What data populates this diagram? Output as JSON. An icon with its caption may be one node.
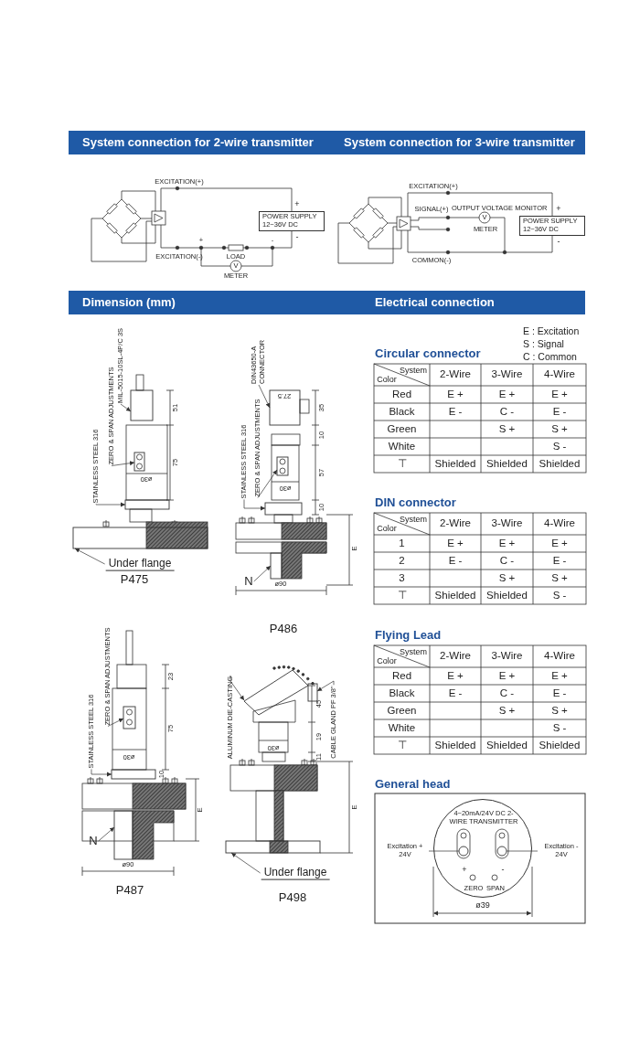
{
  "diagram": {
    "nodes": [
      {
        "text": [
          "System connection for 2-wire transmitter",
          "System connection for 3-wire transmitter"
        ]
      },
      {
        "text": [
          "POWER SUPPLY 12~36V DC"
        ],
        "beside": [
          "+",
          "-"
        ]
      },
      {
        "text": [
          "POWER SUPPLY 12~36V DC"
        ],
        "beside": [
          "+",
          "-"
        ]
      },
      {
        "text": [
          "Dimension (mm)",
          "Electrical connection"
        ]
      },
      {
        "text": [
          "MIL-5015-10SL-4P/C 3S"
        ]
      },
      {
        "text": [
          "ZERO & SPAN ADJUSTMENTS"
        ]
      },
      {
        "text": [
          "STAINLESS STEEL 316"
        ]
      },
      {
        "text": [
          "Under flange"
        ]
      },
      {
        "text": [
          "DIN43650-A CONNECTOR"
        ]
      },
      {
        "text": [
          "ZERO & SPAN ADJUSTMENTS"
        ]
      },
      {
        "text": [
          "STAINLESS STEEL 316"
        ]
      },
      {
        "text": [
          "N"
        ]
      },
      {
        "text": [
          "ZERO & SPAN ADJUSTMENTS"
        ]
      },
      {
        "text": [
          "STAINLESS STEEL 316"
        ]
      },
      {
        "text": [
          "N"
        ]
      },
      {
        "text": [
          "ALUMINUM DIE-CASTING"
        ]
      },
      {
        "text": [
          "CABLE GLAND PF 3/8\""
        ]
      },
      {
        "text": [
          "Under flange"
        ]
      },
      {
        "text": [
          "4~20mA/24V DC 2-WIRE TRANSMITTER",
          "+",
          "-",
          "ZERO",
          "SPAN"
        ]
      },
      {
        "text": [
          "Excitation + 24V"
        ]
      },
      {
        "text": [
          "Excitation - 24V"
        ]
      },
      {
        "text": [],
        "shape": "box"
      },
      {
        "text": [],
        "shape": "box"
      },
      {
        "text": [],
        "shape": "box"
      },
      {
        "text": [],
        "shape": "box"
      },
      {
        "text": [],
        "shape": "box"
      },
      {
        "text": [],
        "shape": "box"
      },
      {
        "text": [],
        "shape": "box"
      },
      {
        "text": [],
        "shape": "box"
      },
      {
        "text": [],
        "shape": "box"
      },
      {
        "text": [],
        "shape": "box"
      },
      {
        "text": [],
        "shape": "box"
      },
      {
        "text": [],
        "shape": "box"
      },
      {
        "text": [],
        "shape": "box"
      },
      {
        "text": [],
        "shape": "box"
      },
      {
        "text": [],
        "shape": "circle",
        "in": 18
      },
      {
        "text": [],
        "shape": "circle",
        "in": 18
      }
    ],
    "edges": [
      {
        "from": 4,
        "to": 21,
        "arrow": "to"
      },
      {
        "from": 5,
        "to": 22,
        "arrow": "to"
      },
      {
        "from": 6,
        "to": 23,
        "arrow": "to"
      },
      {
        "from": 7,
        "to": 24,
        "arrow": "to"
      },
      {
        "from": 8,
        "to": 25,
        "arrow": "to"
      },
      {
        "from": 9,
        "to": 26,
        "arrow": "to"
      },
      {
        "from": 10,
        "to": 27,
        "arrow": "to"
      },
      {
        "from": 11,
        "to": 28,
        "arrow": "to"
      },
      {
        "from": 12,
        "to": 29,
        "arrow": "to"
      },
      {
        "from": 13,
        "to": 30,
        "arrow": "to"
      },
      {
        "from": 14,
        "to": 31,
        "arrow": "to"
      },
      {
        "from": 15,
        "to": 32,
        "arrow": "to"
      },
      {
        "from": 16,
        "to": 33,
        "arrow": "to"
      },
      {
        "from": 17,
        "to": 34,
        "arrow": "to"
      },
      {
        "from": 19,
        "to": 35,
        "arrow": "none"
      },
      {
        "from": 20,
        "to": 36,
        "arrow": "none"
      }
    ],
    "labels": [
      "EXCITATION(+)",
      "EXCITATION(-)",
      "+",
      "LOAD",
      "-",
      "V",
      "METER",
      "EXCITATION(+)",
      "SIGNAL(+)",
      "OUTPUT VOLTAGE MONITOR",
      "V",
      "METER",
      "COMMON(-)",
      "E : Excitation",
      "S : Signal",
      "Circular connector",
      "C : Common",
      "System",
      "Color",
      "2-Wire",
      "3-Wire",
      "4-Wire",
      "Red",
      "E +",
      "E +",
      "E +",
      "Black",
      "E -",
      "C -",
      "E -",
      "Green",
      "S +",
      "S +",
      "White",
      "S -",
      "⊤",
      "Shielded",
      "Shielded",
      "Shielded",
      "51",
      "75",
      "ø30",
      "P475",
      "27.5",
      "35",
      "10",
      "57",
      "10",
      "ø30",
      "E",
      "ø90",
      "P486",
      "DIN connector",
      "System",
      "Color",
      "2-Wire",
      "3-Wire",
      "4-Wire",
      "1",
      "E +",
      "E +",
      "E +",
      "2",
      "E -",
      "C -",
      "E -",
      "3",
      "S +",
      "S +",
      "⊤",
      "Shielded",
      "Shielded",
      "S -",
      "23",
      "75",
      "ø30",
      "10",
      "E",
      "ø90",
      "P487",
      "45",
      "19",
      "11",
      "ø30",
      "E",
      "P498",
      "Flying Lead",
      "System",
      "Color",
      "2-Wire",
      "3-Wire",
      "4-Wire",
      "Red",
      "E +",
      "E +",
      "E +",
      "Black",
      "E -",
      "C -",
      "E -",
      "Green",
      "S +",
      "S +",
      "White",
      "S -",
      "⊤",
      "Shielded",
      "Shielded",
      "Shielded",
      "General head",
      "ø39"
    ]
  }
}
